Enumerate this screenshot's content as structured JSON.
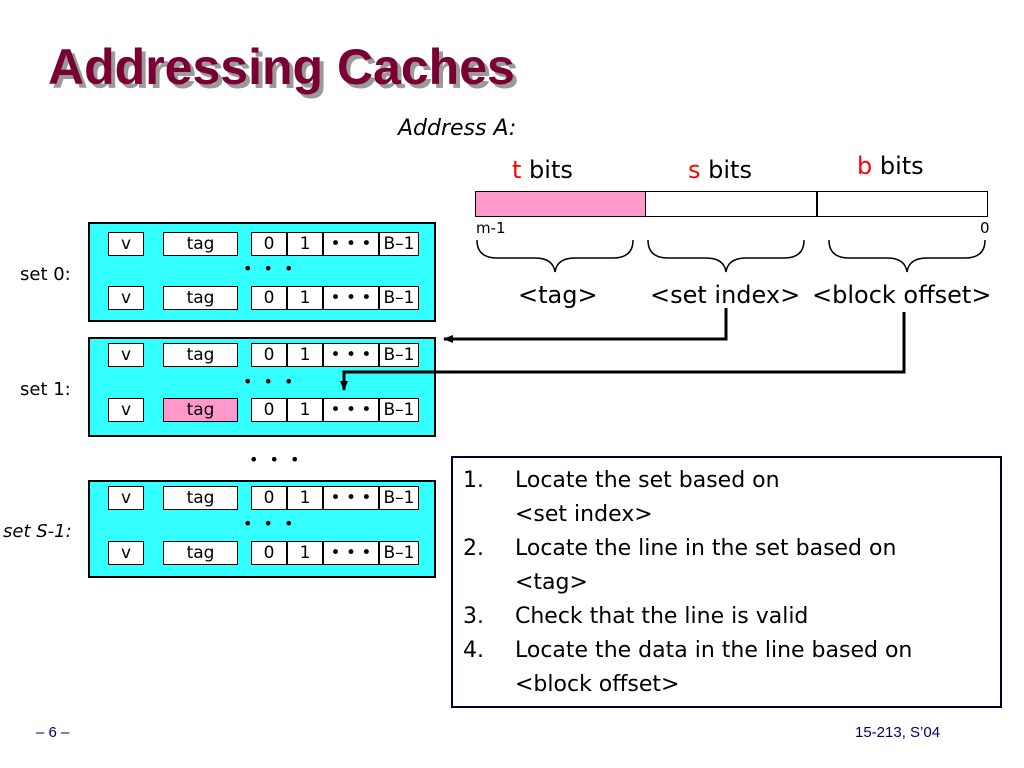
{
  "slide": {
    "title": "Addressing  Caches",
    "footer_left": "– 6 –",
    "footer_right": "15-213, S’04"
  },
  "address": {
    "label": "Address A:",
    "fields": [
      {
        "letter": "t",
        "suffix": " bits",
        "group": "<tag>"
      },
      {
        "letter": "s",
        "suffix": " bits",
        "group": "<set index>"
      },
      {
        "letter": "b",
        "suffix": " bits",
        "group": "<block offset>"
      }
    ],
    "left_bit": "m-1",
    "right_bit": "0"
  },
  "cache": {
    "cell_labels": {
      "valid": "v",
      "tag": "tag",
      "b0": "0",
      "b1": "1",
      "dots": "• • •",
      "last": "B–1"
    },
    "line_dots": "• • •",
    "set_dots": "• • •",
    "sets": [
      {
        "label": "set 0:"
      },
      {
        "label": "set 1:"
      },
      {
        "label": "set S-1:"
      }
    ]
  },
  "steps": [
    {
      "num": "1.",
      "text": "Locate the set based on",
      "text2": "<set index>"
    },
    {
      "num": "2.",
      "text": "Locate the line in the set based on",
      "text2": "<tag>"
    },
    {
      "num": "3.",
      "text": "Check that the line is valid"
    },
    {
      "num": "4.",
      "text": "Locate the data in the line based on",
      "text2": "<block offset>"
    }
  ],
  "colors": {
    "title": "#7a0033",
    "set_fill": "#33ffff",
    "tag_highlight": "#ff99cc",
    "field_letter": "#ff0000"
  }
}
